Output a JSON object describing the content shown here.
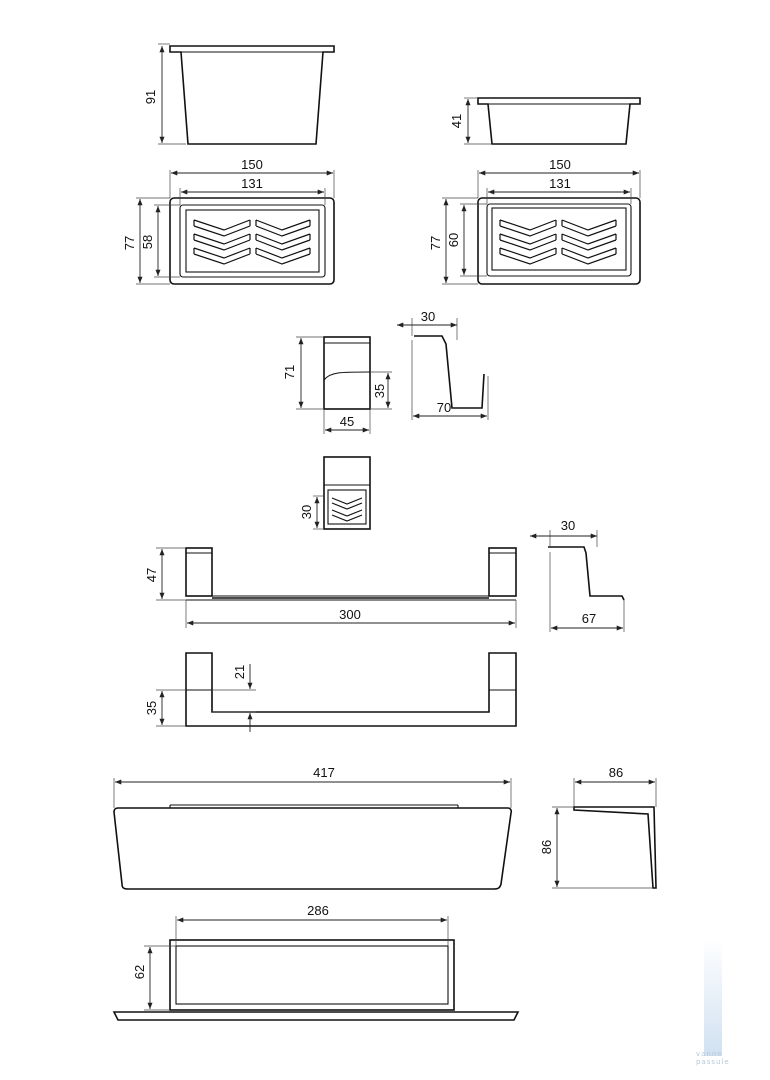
{
  "views": {
    "basket_deep": {
      "height": "91"
    },
    "basket_shallow": {
      "height": "41"
    },
    "basket_deep_top": {
      "width_outer": "150",
      "width_inner": "131",
      "depth_outer": "77",
      "depth_inner": "58"
    },
    "basket_shallow_top": {
      "width_outer": "150",
      "width_inner": "131",
      "depth_outer": "77",
      "depth_inner": "60"
    },
    "small_holder_front": {
      "height": "71",
      "height_lower": "35",
      "width": "45"
    },
    "small_holder_side": {
      "top_depth": "30",
      "bottom_depth": "70"
    },
    "small_holder_top": {
      "height": "30"
    },
    "rail_front": {
      "height": "47",
      "width": "300"
    },
    "rail_side": {
      "top_depth": "30",
      "bottom_depth": "67"
    },
    "rail_front_alt": {
      "height": "35",
      "height_inner": "21"
    },
    "shelf_front": {
      "width": "417"
    },
    "shelf_side": {
      "depth": "86",
      "height": "86"
    },
    "shelf_top": {
      "width": "286",
      "depth": "62"
    }
  },
  "watermark": {
    "text": "vanne passule"
  }
}
